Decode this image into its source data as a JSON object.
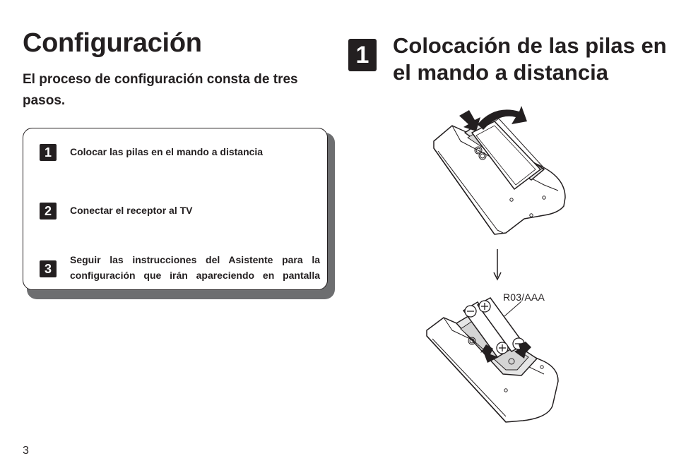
{
  "page": {
    "title": "Configuración",
    "subtitle": "El proceso de configuración consta de tres pasos.",
    "page_number": "3"
  },
  "steps": [
    {
      "number": "1",
      "text": "Colocar las pilas en el mando a distancia"
    },
    {
      "number": "2",
      "text": "Conectar el receptor al TV"
    },
    {
      "number": "3",
      "text": "Seguir las instrucciones del Asistente para la configuración que irán apareciendo en pantalla"
    }
  ],
  "section": {
    "number": "1",
    "title": "Colocación de las pilas en el mando a distancia",
    "battery_label": "R03/AAA"
  }
}
